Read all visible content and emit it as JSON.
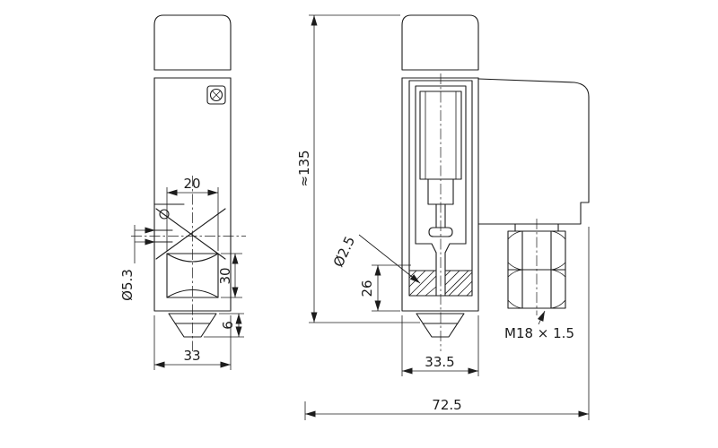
{
  "drawing": {
    "background": "#ffffff",
    "line_color": "#1c1c1c",
    "front_view": {
      "dims": {
        "roller_width": "20",
        "shaft_dia": "Ø5.3",
        "roller_height": "30",
        "plunger_height": "6",
        "body_width": "33"
      }
    },
    "side_view": {
      "dims": {
        "overall_height": "≈135",
        "orifice_dia": "Ø2.5",
        "pin_offset": "26",
        "body_depth": "33.5",
        "thread": "M18 × 1.5",
        "overall_depth": "72.5"
      }
    }
  }
}
